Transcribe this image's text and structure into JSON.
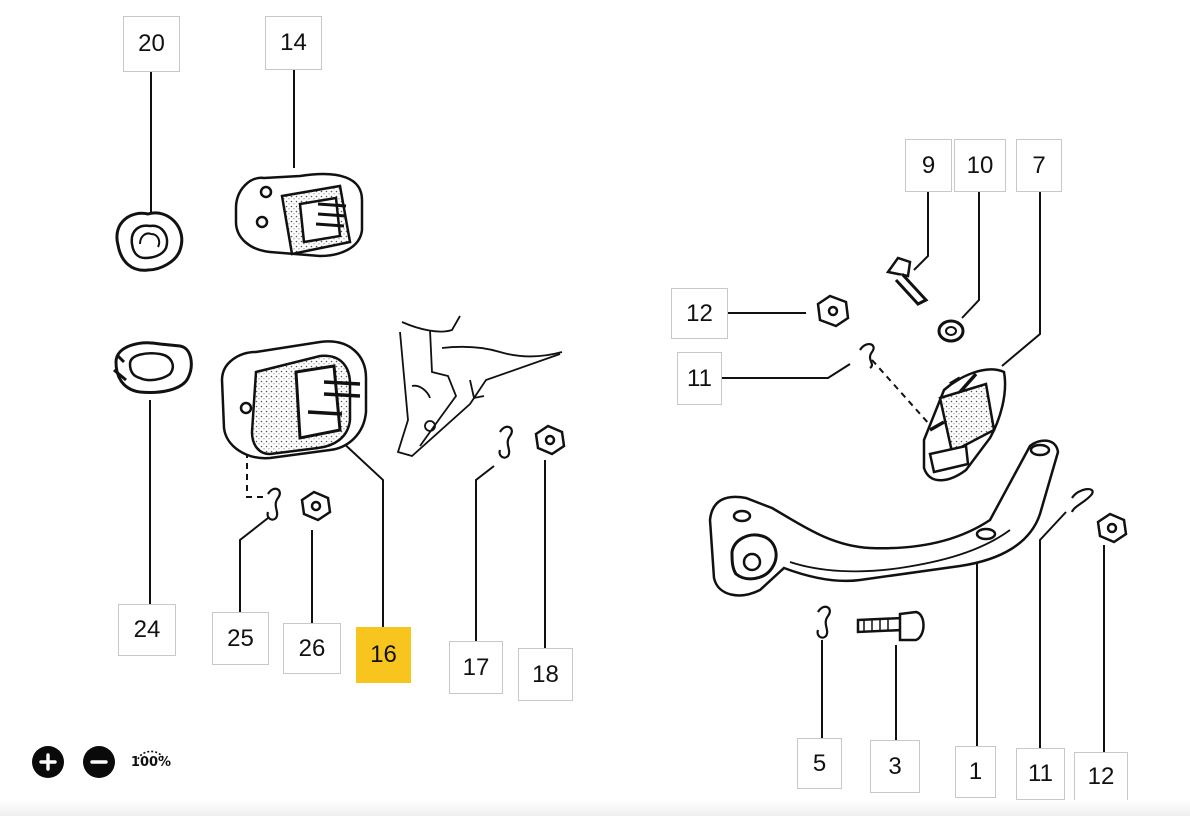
{
  "labels": {
    "p20": "20",
    "p14": "14",
    "p9": "9",
    "p10": "10",
    "p7": "7",
    "p12a": "12",
    "p11a": "11",
    "p24": "24",
    "p25": "25",
    "p26": "26",
    "p16": "16",
    "p17": "17",
    "p18": "18",
    "p5": "5",
    "p3": "3",
    "p1": "1",
    "p11b": "11",
    "p12b": "12"
  },
  "highlighted_part": "16",
  "colors": {
    "highlight": "#f7c51e",
    "line": "#111111",
    "box_border": "#c8c8c8"
  },
  "zoom": {
    "in_icon": "plus-icon",
    "out_icon": "minus-icon",
    "level": "100%"
  }
}
